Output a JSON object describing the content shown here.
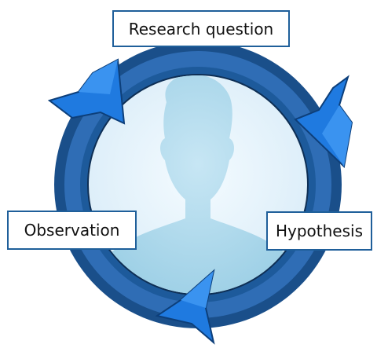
{
  "diagram": {
    "labels": {
      "top": "Research question",
      "right": "Hypothesis",
      "left": "Observation"
    },
    "colors": {
      "ring_outer": "#1a4f8a",
      "ring_inner": "#2f6db5",
      "arrow": "#1f7ae0",
      "arrow_dark": "#0d3f7a",
      "center_bg": "#e7f3fb",
      "silhouette": "#a9d6ea",
      "box_border": "#1f5f9a"
    },
    "center_icon": "person-silhouette-icon"
  }
}
